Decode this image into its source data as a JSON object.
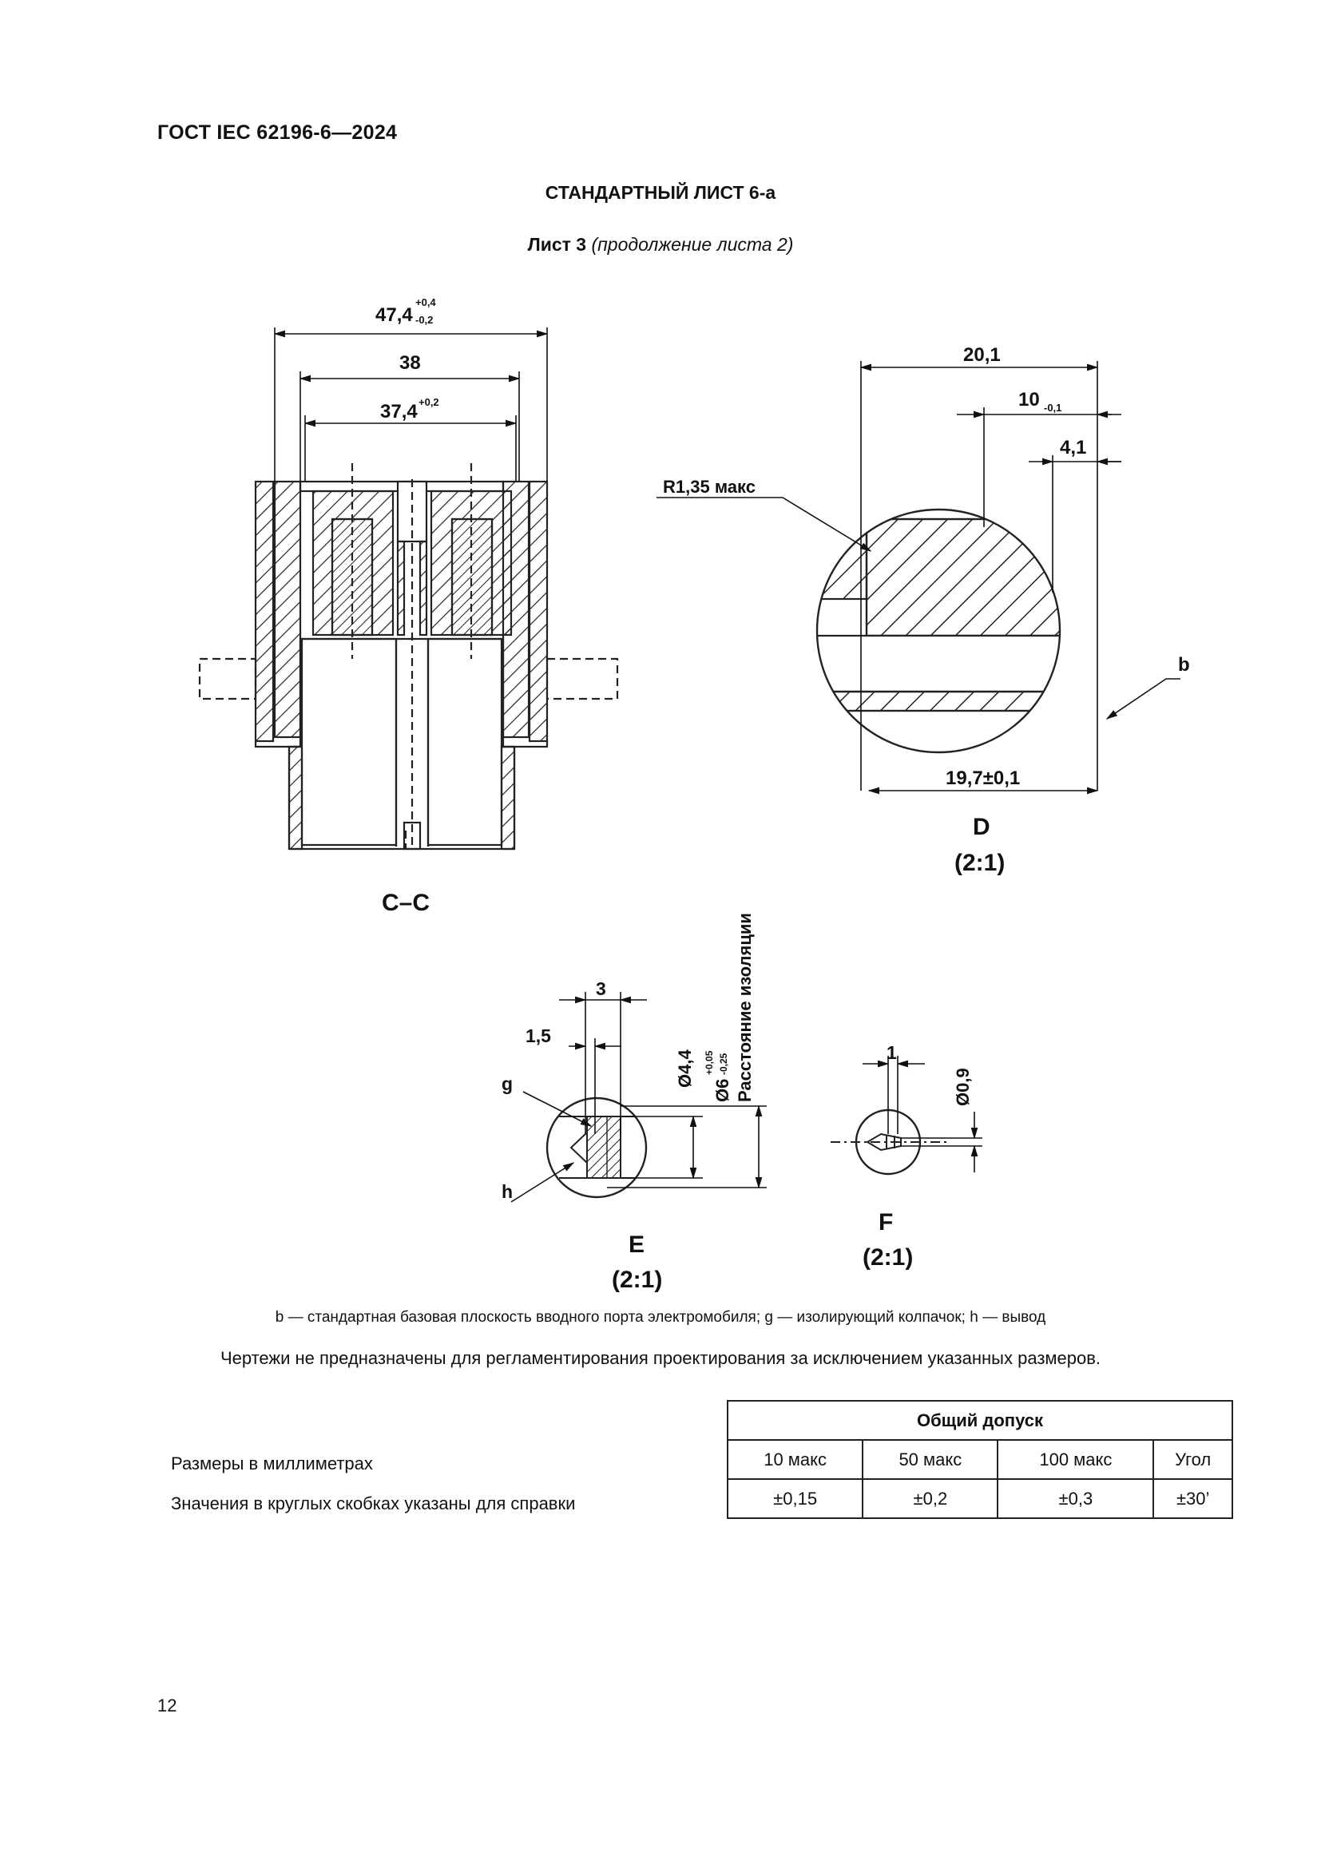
{
  "header": {
    "standard_code": "ГОСТ IEC 62196-6—2024"
  },
  "title": "СТАНДАРТНЫЙ ЛИСТ 6-а",
  "subtitle": {
    "sheet": "Лист 3",
    "continuation": "(продолжение листа 2)"
  },
  "drawing": {
    "section_cc": {
      "label": "С–С",
      "dims": {
        "outer": "47,4",
        "outer_tol_upper": "+0,4",
        "outer_tol_lower": "-0,2",
        "middle": "38",
        "inner": "37,4",
        "inner_tol": "+0,2"
      }
    },
    "detail_d": {
      "label": "D",
      "scale": "(2:1)",
      "dims": {
        "top": "20,1",
        "mid": "10",
        "mid_tol": "-0,1",
        "small": "4,1",
        "bottom": "19,7±0,1",
        "radius": "R1,35 макс",
        "callout_b": "b"
      }
    },
    "detail_e": {
      "label": "E",
      "scale": "(2:1)",
      "dims": {
        "width3": "3",
        "width15": "1,5",
        "dia44": "Ø4,4",
        "dia6": "Ø6",
        "dia6_tol_upper": "+0,05",
        "dia6_tol_lower": "-0,25",
        "insulation": "Расстояние изоляции",
        "callout_g": "g",
        "callout_h": "h"
      }
    },
    "detail_f": {
      "label": "F",
      "scale": "(2:1)",
      "dims": {
        "width1": "1",
        "dia09": "Ø0,9"
      }
    }
  },
  "legend": "b — стандартная базовая плоскость вводного порта электромобиля; g — изолирующий колпачок; h — вывод",
  "note": "Чертежи не предназначены для регламентирования проектирования за исключением указанных размеров.",
  "dimensions_note": "Размеры в миллиметрах",
  "reference_note": "Значения в круглых скобках указаны для справки",
  "tolerance_table": {
    "title": "Общий допуск",
    "columns": [
      "10 макс",
      "50 макс",
      "100 макс",
      "Угол"
    ],
    "values": [
      "±0,15",
      "±0,2",
      "±0,3",
      "±30’"
    ]
  },
  "page_number": "12"
}
